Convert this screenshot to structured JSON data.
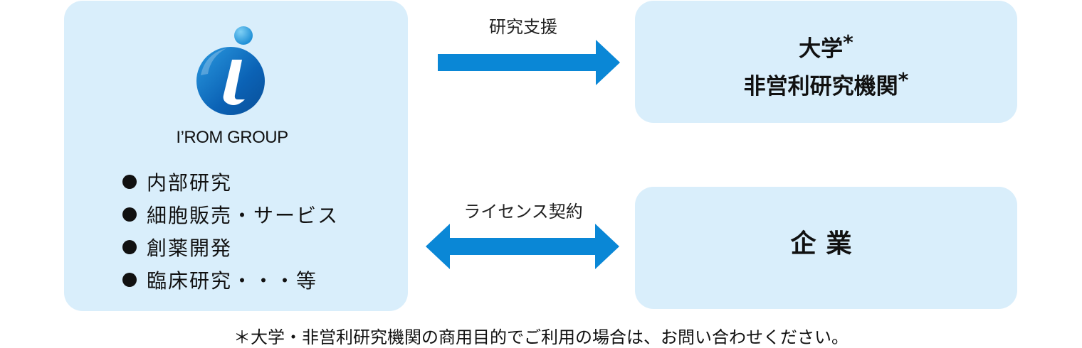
{
  "left_box": {
    "group_name": "I’ROM GROUP",
    "activities": [
      "内部研究",
      "細胞販売・サービス",
      "創薬開発",
      "臨床研究・・・等"
    ]
  },
  "arrows": {
    "support_label": "研究支援",
    "license_label": "ライセンス契約"
  },
  "univ_box": {
    "line1": "大学",
    "line2": "非営利研究機関",
    "asterisk": "*"
  },
  "corp_box": {
    "label": "企業"
  },
  "footnote": "＊大学・非営利研究機関の商用目的でご利用の場合は、お問い合わせください。",
  "colors": {
    "box_fill": "#d9eefb",
    "arrow": "#0a87d6",
    "logo_dark": "#0a5fb0",
    "logo_light": "#35aee8"
  },
  "icons": {
    "logo": "iromgroup-logo-icon",
    "bullet": "bullet-dot-icon"
  }
}
